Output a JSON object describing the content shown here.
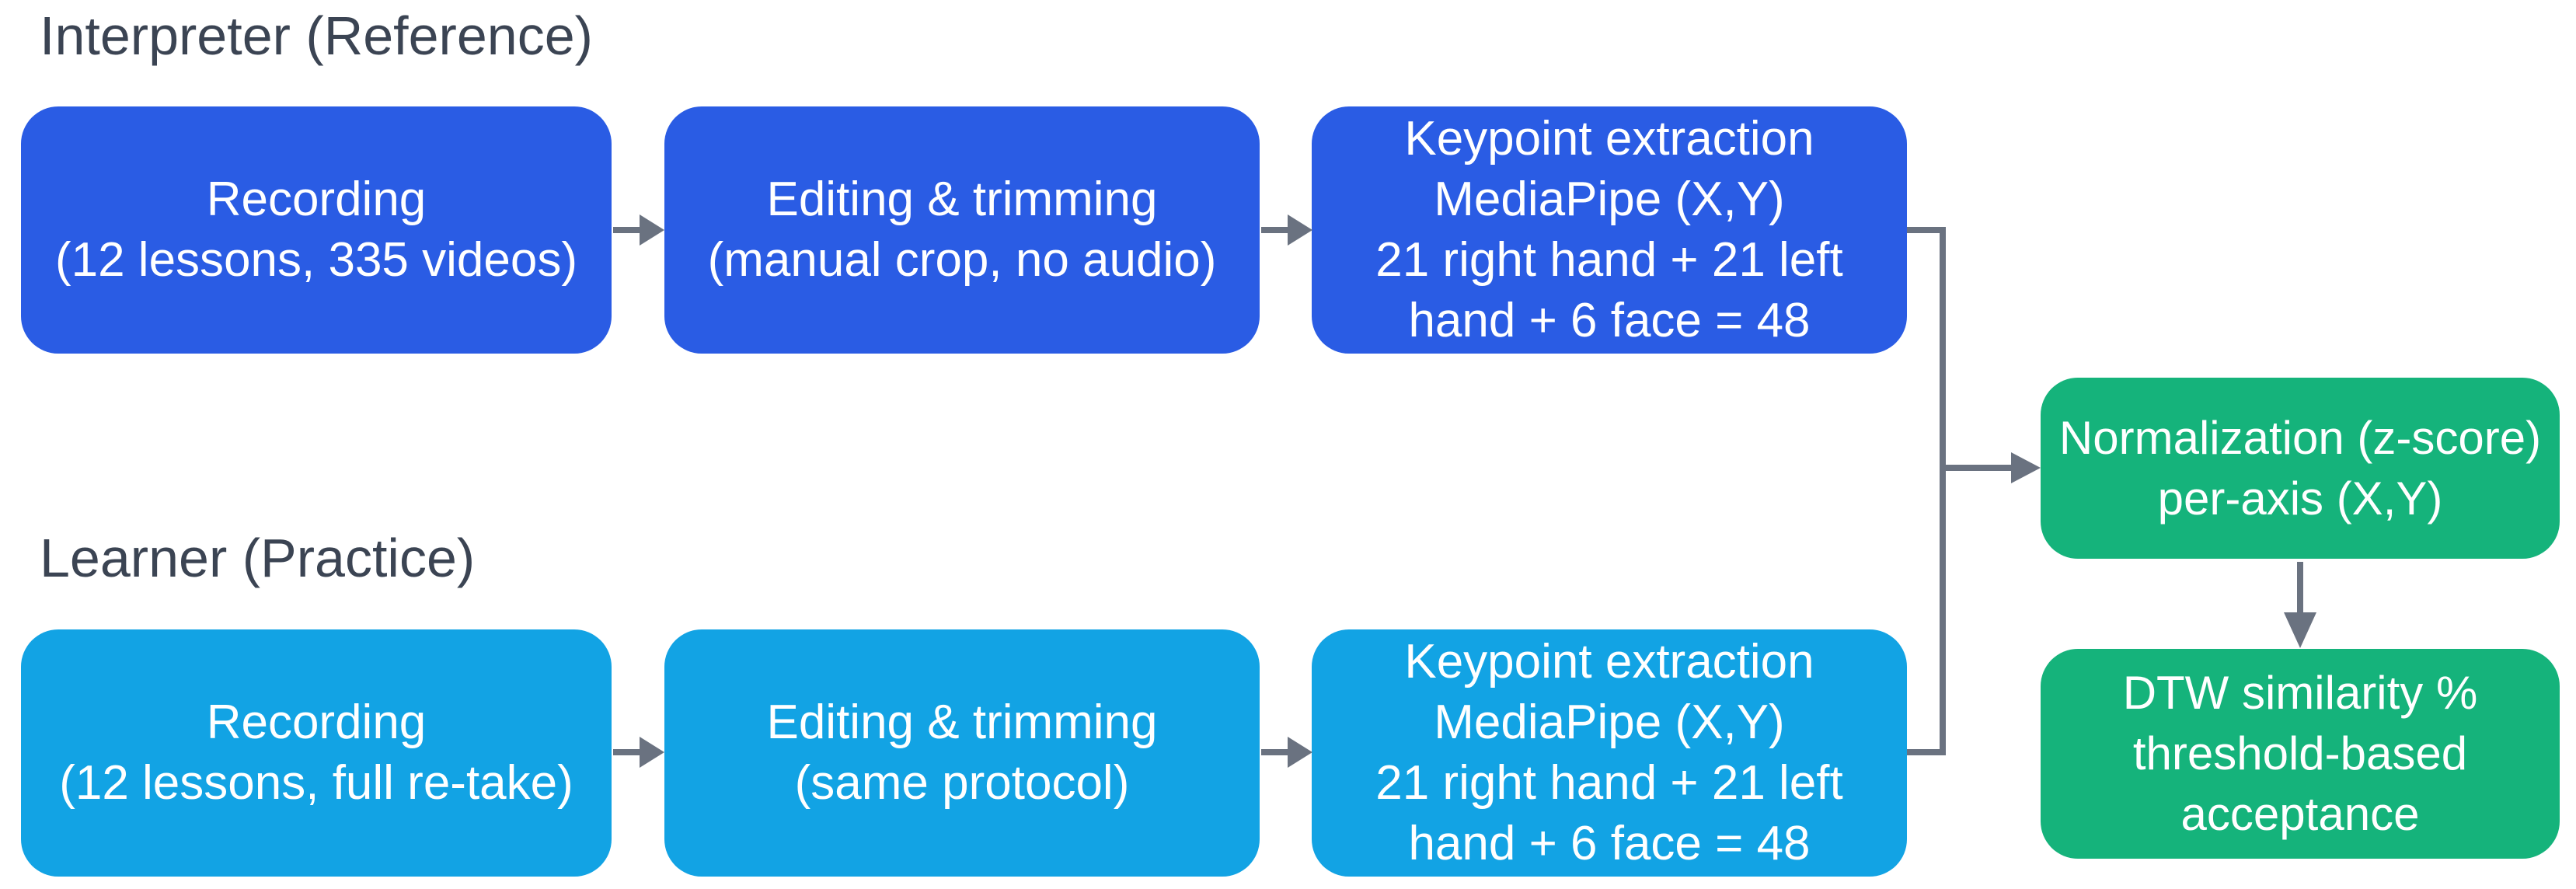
{
  "diagram": {
    "headings": {
      "reference": "Interpreter (Reference)",
      "learner": "Learner (Practice)"
    },
    "reference_row": [
      {
        "id": "ref-recording",
        "lines": [
          "Recording",
          "(12 lessons, 335 videos)"
        ]
      },
      {
        "id": "ref-editing",
        "lines": [
          "Editing & trimming",
          "(manual crop, no audio)"
        ]
      },
      {
        "id": "ref-keypoint",
        "lines": [
          "Keypoint extraction",
          "MediaPipe (X,Y)",
          "21 right hand + 21 left",
          "hand + 6 face = 48"
        ]
      }
    ],
    "practice_row": [
      {
        "id": "learner-recording",
        "lines": [
          "Recording",
          "(12 lessons, full re-take)"
        ]
      },
      {
        "id": "learner-editing",
        "lines": [
          "Editing & trimming",
          "(same protocol)"
        ]
      },
      {
        "id": "learner-keypoint",
        "lines": [
          "Keypoint extraction",
          "MediaPipe (X,Y)",
          "21 right hand + 21 left",
          "hand + 6 face = 48"
        ]
      }
    ],
    "merge_nodes": {
      "normalization": {
        "lines": [
          "Normalization (z-score)",
          "per-axis (X,Y)"
        ]
      },
      "dtw": {
        "lines": [
          "DTW similarity %",
          "threshold-based",
          "acceptance"
        ]
      }
    },
    "colors": {
      "reference_blue": "#2A5CE4",
      "practice_blue": "#12A3E4",
      "merge_green": "#15B37B",
      "connector_gray": "#6A7280",
      "heading_text": "#3B4453",
      "node_text": "#FFFFFF",
      "background": "#FFFFFF"
    }
  }
}
